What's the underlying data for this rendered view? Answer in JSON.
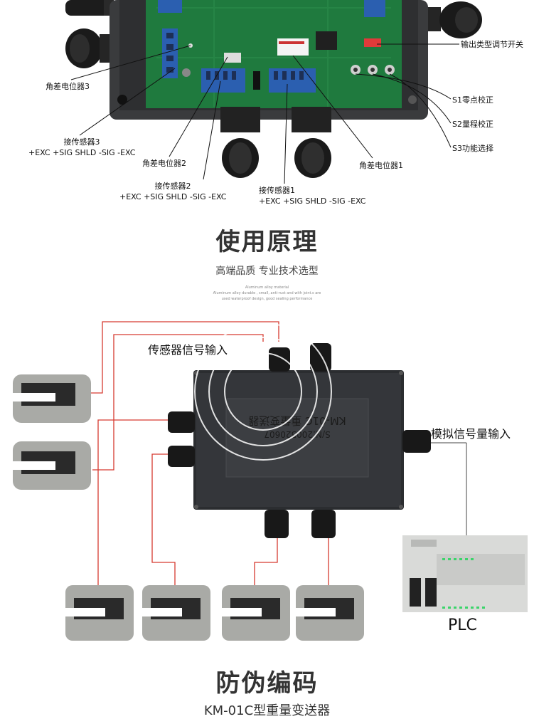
{
  "top_section": {
    "callouts": [
      {
        "id": "output-switch",
        "text": "输出类型调节开关"
      },
      {
        "id": "s1",
        "text": "S1零点校正"
      },
      {
        "id": "s2",
        "text": "S2量程校正"
      },
      {
        "id": "s3",
        "text": "S3功能选择"
      },
      {
        "id": "pot3",
        "text": "角差电位器3"
      },
      {
        "id": "sensor3",
        "line1": "接传感器3",
        "line2": "+EXC +SIG SHLD -SIG -EXC"
      },
      {
        "id": "pot2",
        "text": "角差电位器2"
      },
      {
        "id": "sensor2",
        "line1": "接传感器2",
        "line2": "+EXC +SIG SHLD -SIG -EXC"
      },
      {
        "id": "sensor1",
        "line1": "接传感器1",
        "line2": "+EXC +SIG SHLD -SIG -EXC"
      },
      {
        "id": "pot1",
        "text": "角差电位器1"
      }
    ]
  },
  "principle": {
    "title": "使用原理",
    "subtitle": "高端品质 专业技术选型",
    "fine_print": [
      "Aluminum alloy material",
      "Aluminum alloy durable , small, anti-rust and with joint.s are",
      "used waterproof design, good sealing performance"
    ]
  },
  "diagram": {
    "sensor_input_label": "传感器信号输入",
    "analog_output_label": "模拟信号量输入",
    "plc_label": "PLC",
    "box_text": {
      "model": "KM-01C 重量变送器",
      "serial": "S/N:200520607"
    },
    "colors": {
      "wire": "#d63a30",
      "box": "#2b2d30",
      "sensor": "#a9aaa6",
      "plc": "#d9dad8"
    }
  },
  "anti_counterfeit": {
    "title": "防伪编码",
    "subtitle": "KM-01C型重量变送器"
  }
}
